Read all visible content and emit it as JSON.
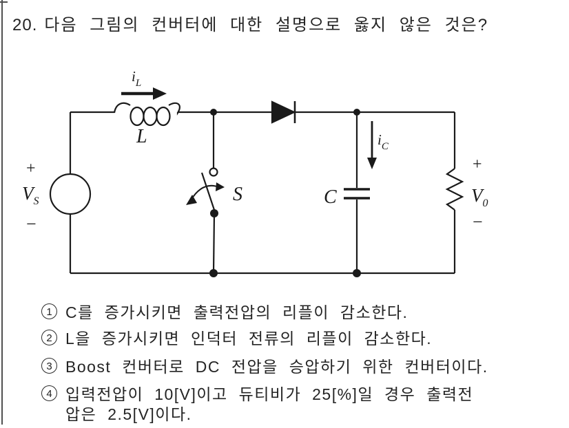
{
  "question": {
    "number": "20.",
    "text": "다음 그림의 컨버터에 대한 설명으로 옳지 않은 것은?"
  },
  "circuit": {
    "source": {
      "plus": "+",
      "base": "V",
      "sub": "S",
      "minus": "−"
    },
    "inductor_current": {
      "base": "i",
      "sub": "L"
    },
    "inductor": {
      "label": "L"
    },
    "switch": {
      "label": "S"
    },
    "capacitor": {
      "label": "C"
    },
    "capacitor_current": {
      "base": "i",
      "sub": "C"
    },
    "output": {
      "plus": "+",
      "base": "V",
      "sub": "0",
      "minus": "−"
    }
  },
  "options": [
    {
      "marker": "1",
      "text": "C를 증가시키면 출력전압의 리플이 감소한다."
    },
    {
      "marker": "2",
      "text": "L을 증가시키면 인덕터 전류의 리플이 감소한다."
    },
    {
      "marker": "3",
      "text": "Boost 컨버터로 DC 전압을 승압하기 위한 컨버터이다."
    },
    {
      "marker": "4",
      "text": "입력전압이 10[V]이고 듀티비가 25[%]일 경우 출력전",
      "text2": "압은 2.5[V]이다."
    }
  ],
  "colors": {
    "ink": "#1a1a1a",
    "background": "#ffffff"
  }
}
